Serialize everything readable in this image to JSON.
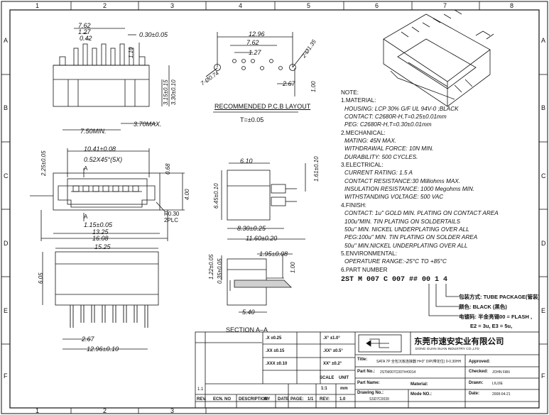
{
  "frame": {
    "col_labels": [
      "1",
      "2",
      "3",
      "4",
      "5",
      "6",
      "7",
      "8"
    ],
    "row_labels": [
      "A",
      "B",
      "C",
      "D",
      "E",
      "F"
    ]
  },
  "top_view": {
    "dims": [
      "7.62",
      "1.27",
      "0.42",
      "0.30±0.05",
      "1.10",
      "3.15±0.15",
      "3.30±0.10",
      "7.50MIN.",
      "3.70MAX."
    ]
  },
  "pcb": {
    "dims": [
      "12.96",
      "7.62",
      "1.27",
      "2-Ø1.35",
      "7-Ø0.74",
      "2.67",
      "1.00"
    ],
    "caption": "RECOMMENDED P.C.B LAYOUT",
    "tolerance": "T=±0.05"
  },
  "front_view": {
    "dims": [
      "10.41±0.08",
      "0.52X45°(5X)",
      "A",
      "0.68",
      "2.25±0.05",
      "4.00",
      "1.15±0.05",
      "13.25",
      "16.08",
      "R0.30",
      "2PLC"
    ]
  },
  "side_view": {
    "dims": [
      "6.10",
      "1.61±0.10",
      "6.45±0.10",
      "8.30±0.25",
      "11.60±0.20"
    ]
  },
  "bottom_view": {
    "dims": [
      "15.25",
      "6.05",
      "2.67",
      "12.96±0.10"
    ]
  },
  "section_view": {
    "dims": [
      "1.95±0.08",
      "1.22±0.05",
      "0.35±0.05",
      "1.00",
      "5.40"
    ],
    "caption": "SECTION A–A"
  },
  "notes": {
    "lines": [
      {
        "t": "NOTE:",
        "i": false
      },
      {
        "t": "1.MATERIAL:",
        "i": false
      },
      {
        "t": "HOUSING: LCP  30% G/F UL 94V-0 ;BLACK",
        "i": true
      },
      {
        "t": "CONTACT:  C2680R-H,T=0.25±0.01mm",
        "i": true
      },
      {
        "t": "PEG: C2680R-H,T=0.30±0.01mm",
        "i": true
      },
      {
        "t": "2.MECHANICAL:",
        "i": false
      },
      {
        "t": "MATING: 45N MAX.",
        "i": true
      },
      {
        "t": "WITHDRAWAL FORCE: 10N MIN.",
        "i": true
      },
      {
        "t": "DURABILITY: 500 CYCLES.",
        "i": true
      },
      {
        "t": "3.ELECTRICAL:",
        "i": false
      },
      {
        "t": "CURRENT RATING: 1.5 A",
        "i": true
      },
      {
        "t": "CONTACT RESISTANCE:30 Milliohms MAX.",
        "i": true
      },
      {
        "t": "INSULATION RESISTANCE: 1000 Megohms MIN.",
        "i": true
      },
      {
        "t": "WITHSTANDING VOLTAGE: 500 VAC",
        "i": true
      },
      {
        "t": "4.FINISH:",
        "i": false
      },
      {
        "t": "CONTACT: 1u\" GOLD MIN. PLATING ON CONTACT AREA",
        "i": true
      },
      {
        "t": "100u\"MIN.  TIN PLATING ON SOLDERTAILS",
        "i": true
      },
      {
        "t": "50u\" MIN. NICKEL UNDERPLATING OVER ALL",
        "i": true
      },
      {
        "t": "PEG:100u\" MIN. TIN PLATING ON SOLDER AREA",
        "i": true
      },
      {
        "t": "50u\" MIN.NICKEL UNDERPLATING OVER ALL",
        "i": true
      },
      {
        "t": "5.ENVIRONMENTAL:",
        "i": false
      },
      {
        "t": "OPERATURE RANGE:-25°C TO +85°C",
        "i": true
      },
      {
        "t": "6.PART NUMBER",
        "i": false
      }
    ],
    "part_number": "2ST M 007 C 007 ## 00 1 4",
    "legend": [
      "包装方式: TUBE PACKAGE(管装)",
      "颜色: BLACK (黑色)",
      "电镀码: 半金亮锡00 = FLASH ,",
      "E2 = 3u,  E3 = 5u,"
    ]
  },
  "title_block": {
    "company": "东莞市速安实业有限公司",
    "company_en": "DONG GUAN SUAN INDUSTRY CO.,LTD",
    "tolerances": [
      ".X   ±0.25",
      ".X°  ±1.0°",
      ".XX  ±0.15",
      ".XX° ±0.5°",
      ".XXX ±0.10",
      "XX°  ±0.2°"
    ],
    "title_label": "Title:",
    "title_value": "SATA 7P 全包沉板连接器 H=3\" DIP(带定位) 0-0.30HH",
    "part_no_label": "Part No.:",
    "part_no_value": "2STM007C007##0014",
    "part_name_label": "Part Name:",
    "material_label": "Material:",
    "drawing_no_label": "Drawing No.:",
    "drawing_no_value": "SSD7C0039",
    "mode_no_label": "Mode NO.:",
    "approved_label": "Approved:",
    "checked_label": "Checked:",
    "checked_value": "JOHN FAN",
    "drawn_label": "Drawn:",
    "drawn_value": "LIUJIE",
    "date_label": "Date:",
    "date_value": "2008-04-21",
    "scale_label": "SCALE",
    "scale_value": "1:1",
    "unit_label": "UNIT",
    "unit_value": "mm",
    "rev_row": [
      "REV.",
      "ECN. NO",
      "DESCRIPTION",
      "BY",
      "DATE"
    ],
    "rev_value": "1.1",
    "page_label": "PAGE:",
    "page_value": "1/1",
    "rev_label": "REV:",
    "rev_no": "1.0"
  }
}
